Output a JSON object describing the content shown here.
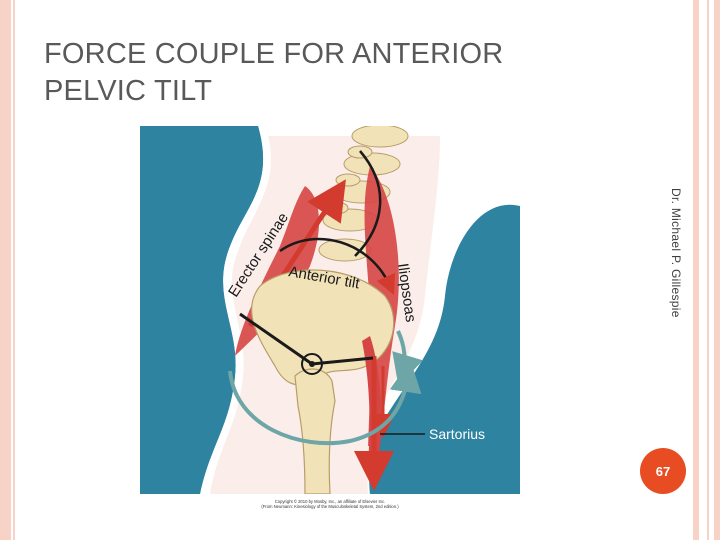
{
  "slide": {
    "title": "FORCE COUPLE FOR ANTERIOR\nPELVIC TILT",
    "author": "Dr. Michael P. Gillespie",
    "page_number": "67"
  },
  "figure": {
    "labels": {
      "erector_spinae": "Erector spinae",
      "anterior_tilt": "Anterior tilt",
      "iliopsoas": "Iliopsoas",
      "sartorius": "Sartorius"
    },
    "copyright": "Copyright © 2010 by Mosby, Inc., an affiliate of Elsevier Inc.\n(From Neumann: Kinesiology of the Musculoskeletal System, 2nd edition.)"
  },
  "colors": {
    "accent": "#e84c22",
    "border": "#f6d3c6",
    "background_teal": "#2e83a0",
    "muscle_red": "#d64545",
    "bone": "#f2e2b8",
    "arrow_teal": "#6ea6a8"
  }
}
